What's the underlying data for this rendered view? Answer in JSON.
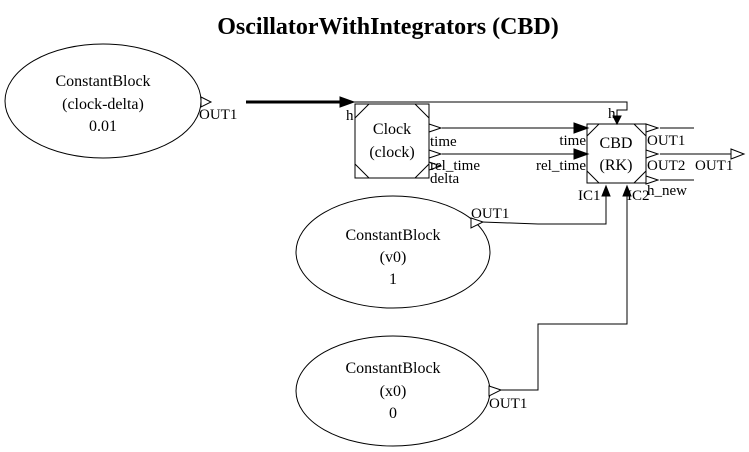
{
  "title": "OscillatorWithIntegrators (CBD)",
  "nodes": {
    "clock_delta": {
      "type": "ConstantBlock",
      "name": "(clock-delta)",
      "value": "0.01",
      "out_port": "OUT1"
    },
    "clock": {
      "type": "Clock",
      "name": "(clock)",
      "in_port": "h",
      "out_ports": [
        "time",
        "rel_time",
        "delta"
      ]
    },
    "v0": {
      "type": "ConstantBlock",
      "name": "(v0)",
      "value": "1",
      "out_port": "OUT1"
    },
    "x0": {
      "type": "ConstantBlock",
      "name": "(x0)",
      "value": "0",
      "out_port": "OUT1"
    },
    "cbd": {
      "type": "CBD",
      "name": "(RK)",
      "in_ports": [
        "h",
        "time",
        "rel_time",
        "IC1",
        "IC2"
      ],
      "out_ports": [
        "OUT1",
        "OUT2",
        "h_new"
      ]
    }
  },
  "output": {
    "label": "OUT1"
  },
  "edges": [
    "clock-delta.OUT1 -> clock.h",
    "clock-delta.OUT1 -> CBD.h",
    "clock.time -> CBD.time",
    "clock.rel_time -> CBD.rel_time",
    "v0.OUT1 -> CBD.IC1",
    "x0.OUT1 -> CBD.IC2",
    "CBD.OUT2 -> OUT1"
  ]
}
